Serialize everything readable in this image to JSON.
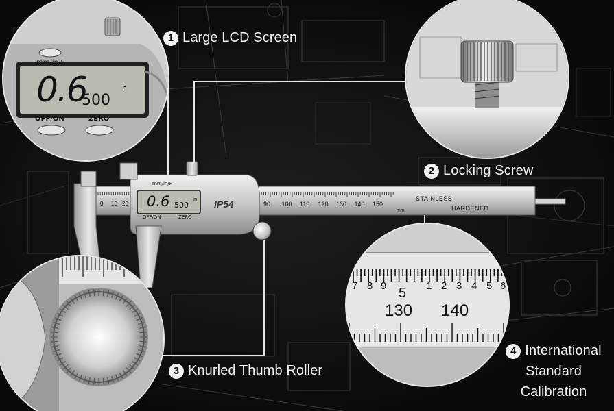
{
  "features": [
    {
      "number": "1",
      "label": "Large LCD Screen"
    },
    {
      "number": "2",
      "label": "Locking Screw"
    },
    {
      "number": "3",
      "label": "Knurled Thumb Roller"
    },
    {
      "number": "4",
      "label_lines": [
        "International",
        "Standard",
        "Calibration"
      ]
    }
  ],
  "lcd": {
    "unit_button": "mm/in/F",
    "reading_main": "0.6",
    "reading_small": "500",
    "unit": "in",
    "off_on": "OFF/ON",
    "zero": "ZERO"
  },
  "caliper": {
    "rating": "IP54",
    "beam_text_1": "STAINLESS",
    "beam_text_2": "HARDENED",
    "mm_label": "mm",
    "main_scale": [
      "90",
      "100",
      "110",
      "120",
      "130",
      "140",
      "150"
    ],
    "jaw_scale": [
      "0",
      "10",
      "20"
    ]
  },
  "zoom_scale": {
    "inch_ticks": [
      "7",
      "8",
      "9",
      "5",
      "1",
      "2",
      "3",
      "4",
      "5",
      "6"
    ],
    "mm_labels": [
      "130",
      "140"
    ]
  },
  "colors": {
    "background": "#0b0b0b",
    "steel": "#c9c9c9",
    "lcd": "#b9bcb0",
    "text": "#f2f2f2"
  }
}
